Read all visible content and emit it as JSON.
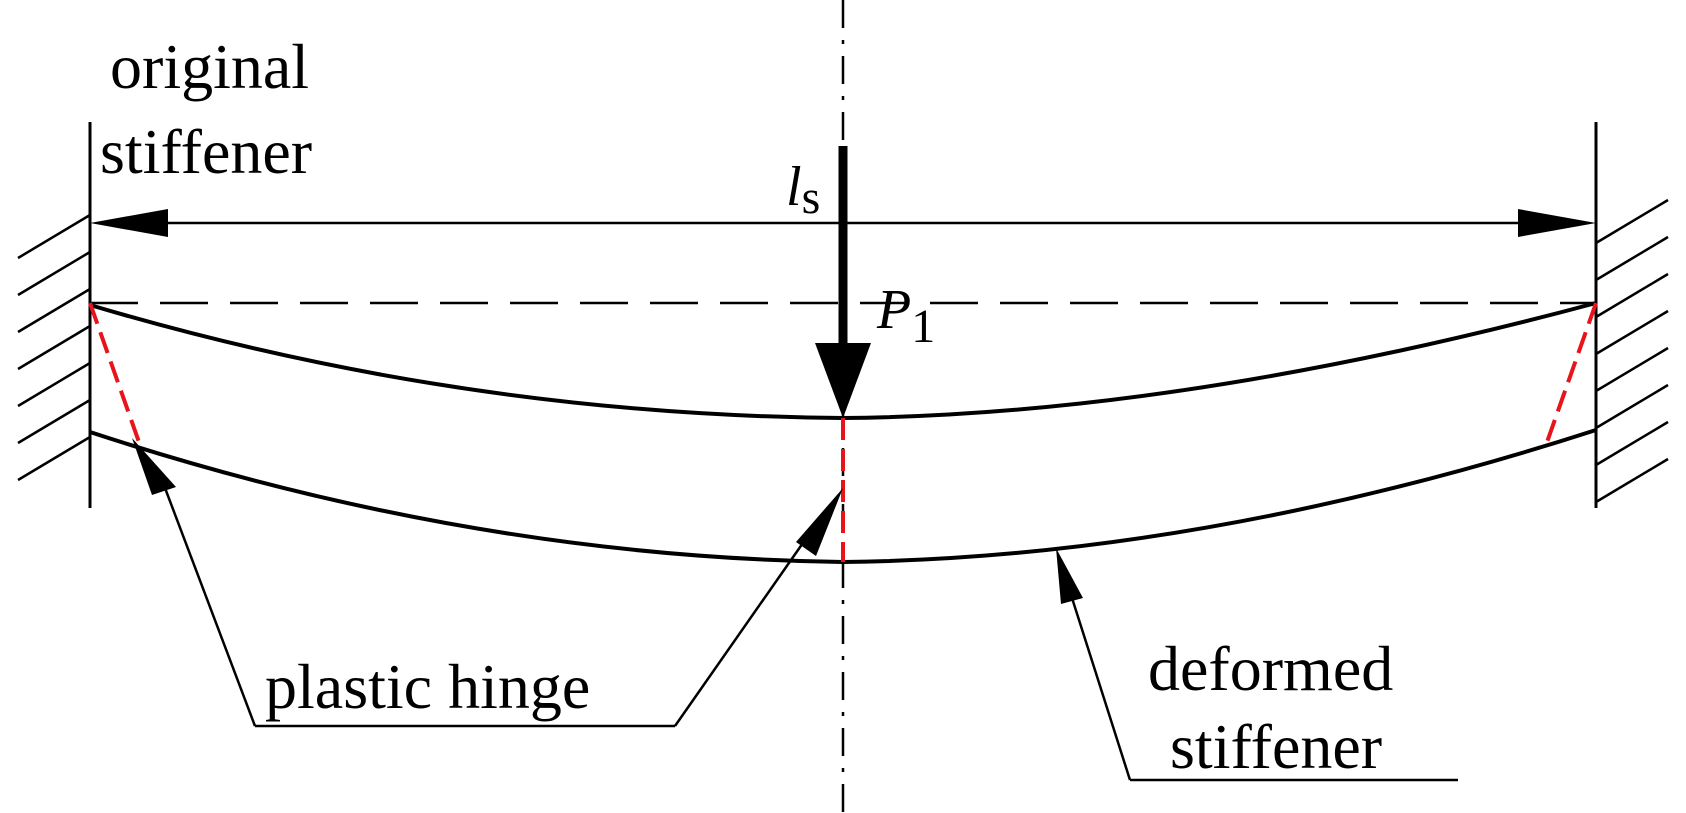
{
  "labels": {
    "original_line1": "original",
    "original_line2": "stiffener",
    "span_symbol": "l",
    "span_subscript": "s",
    "load_symbol": "P",
    "load_subscript": "1",
    "plastic_hinge": "plastic hinge",
    "deformed_line1": "deformed",
    "deformed_line2": "stiffener"
  },
  "colors": {
    "line": "#000000",
    "hinge": "#e8141b",
    "background": "#ffffff"
  }
}
